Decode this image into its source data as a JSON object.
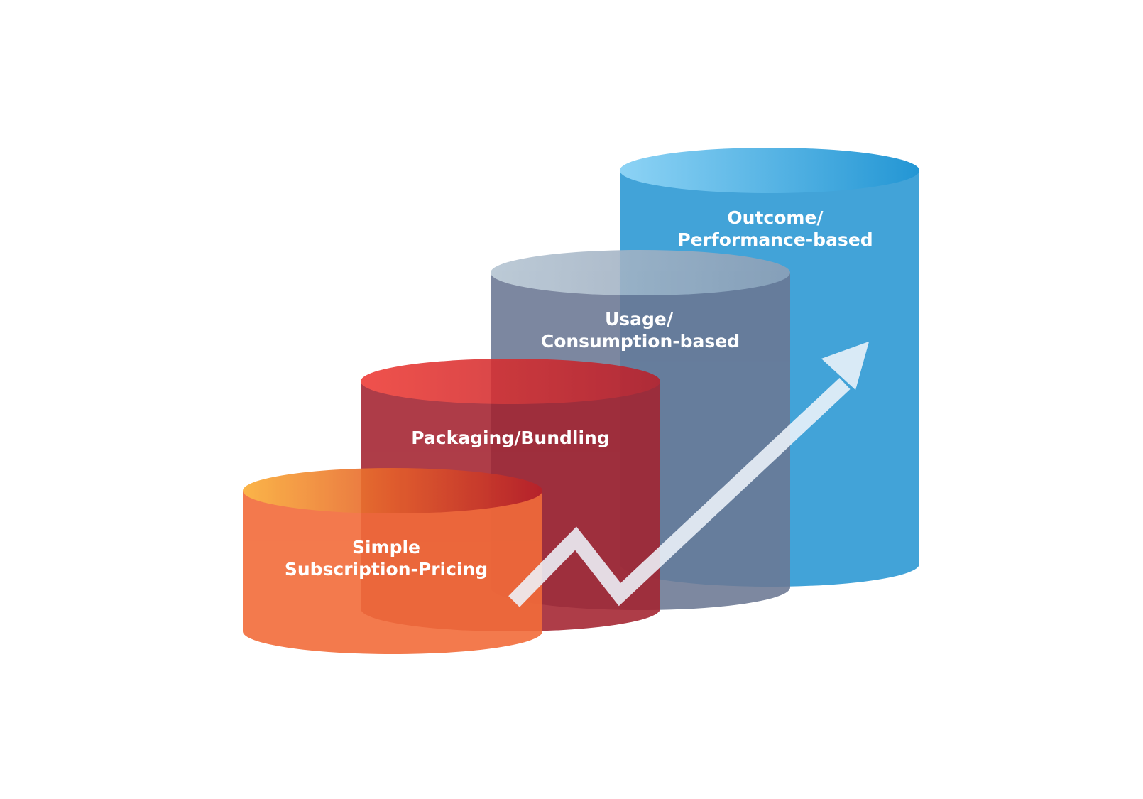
{
  "diagram": {
    "stages": [
      {
        "lines": [
          "Simple",
          "Subscription-Pricing"
        ],
        "color": "#f26b3a"
      },
      {
        "lines": [
          "Packaging/Bundling"
        ],
        "color": "#a3222f"
      },
      {
        "lines": [
          "Usage/",
          "Consumption-based"
        ],
        "color": "#6b7793"
      },
      {
        "lines": [
          "Outcome/",
          "Performance-based"
        ],
        "color": "#42a3d8"
      }
    ],
    "arrow_color": "#eef4fb"
  }
}
